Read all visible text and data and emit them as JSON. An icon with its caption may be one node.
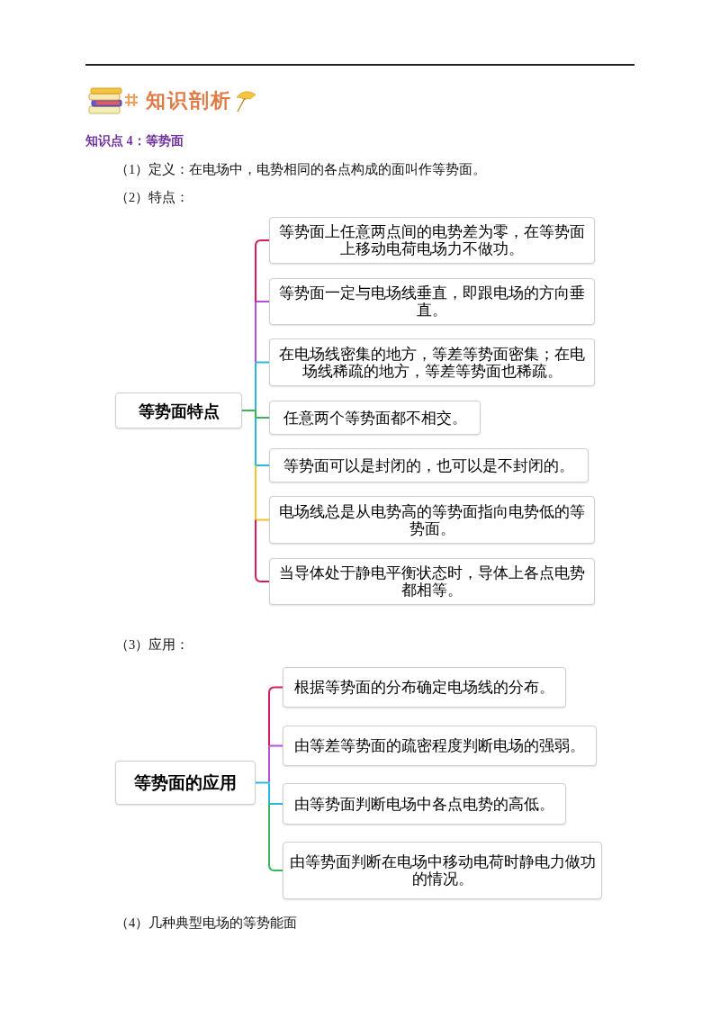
{
  "diagram": {
    "title": "知识剖析",
    "nodes": [
      {
        "text": [
          "等势面特点"
        ]
      },
      {
        "text": [
          "等势面上任意两点间的电势差为零，在等势面上移动电荷电场力不做功。"
        ]
      },
      {
        "text": [
          "等势面一定与电场线垂直，即跟电场的方向垂直。"
        ]
      },
      {
        "text": [
          "在电场线密集的地方，等差等势面密集；在电场线稀疏的地方，等差等势面也稀疏。"
        ]
      },
      {
        "text": [
          "任意两个等势面都不相交。"
        ]
      },
      {
        "text": [
          "等势面可以是封闭的，也可以是不封闭的。"
        ]
      },
      {
        "text": [
          "电场线总是从电势高的等势面指向电势低的等势面。"
        ]
      },
      {
        "text": [
          "当导体处于静电平衡状态时，导体上各点电势都相等。"
        ]
      },
      {
        "text": [
          "等势面的应用"
        ]
      },
      {
        "text": [
          "根据等势面的分布确定电场线的分布。"
        ]
      },
      {
        "text": [
          "由等差等势面的疏密程度判断电场的强弱。"
        ]
      },
      {
        "text": [
          "由等势面判断电场中各点电势的高低。"
        ]
      },
      {
        "text": [
          "由等势面判断在电场中移动电荷时静电力做功的情况。"
        ]
      }
    ],
    "edges": [
      {
        "from": 0,
        "to": 1,
        "arrow": "none",
        "color": "#d81b60"
      },
      {
        "from": 0,
        "to": 2,
        "arrow": "none",
        "color": "#b44fd8"
      },
      {
        "from": 0,
        "to": 3,
        "arrow": "none",
        "color": "#29b6df"
      },
      {
        "from": 0,
        "to": 4,
        "arrow": "none",
        "color": "#3cb55a"
      },
      {
        "from": 0,
        "to": 5,
        "arrow": "none",
        "color": "#29b6df"
      },
      {
        "from": 0,
        "to": 6,
        "arrow": "none",
        "color": "#f2c230"
      },
      {
        "from": 0,
        "to": 7,
        "arrow": "none",
        "color": "#d81b60"
      },
      {
        "from": 8,
        "to": 9,
        "arrow": "none",
        "color": "#d81b60"
      },
      {
        "from": 8,
        "to": 10,
        "arrow": "none",
        "color": "#b44fd8"
      },
      {
        "from": 8,
        "to": 11,
        "arrow": "none",
        "color": "#29b6df"
      },
      {
        "from": 8,
        "to": 12,
        "arrow": "none",
        "color": "#3cb55a"
      }
    ],
    "labels": [
      "知识点 4：等势面",
      "（1）定义：在电场中，电势相同的各点构成的面叫作等势面。",
      "（2）特点：",
      "（3）应用：",
      "（4）几种典型电场的等势能面"
    ]
  }
}
